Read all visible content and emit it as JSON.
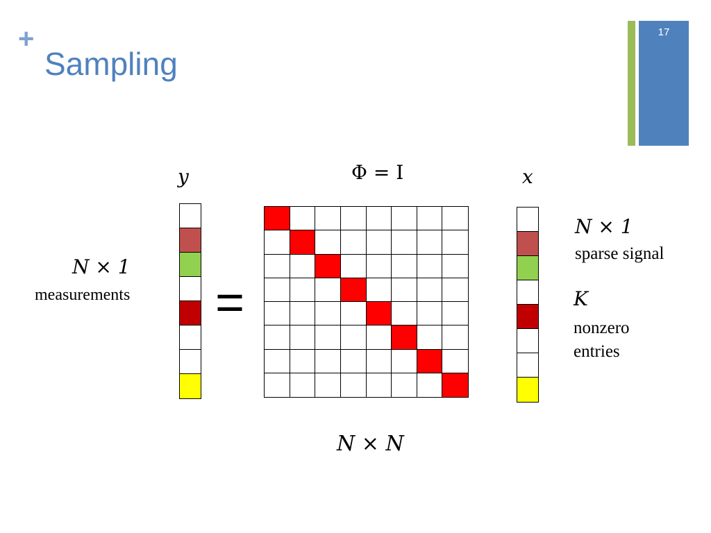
{
  "slide": {
    "bullet": "+",
    "title": "Sampling",
    "page_number": "17"
  },
  "labels": {
    "y": "y",
    "phi_eq": "Φ = I",
    "x": "x",
    "n_by_n": "N × N",
    "y_dims": "N × 1",
    "y_desc": "measurements",
    "x_dims": "N ×  1",
    "x_desc": "sparse signal",
    "k": "K",
    "k_desc_line1": "nonzero",
    "k_desc_line2": "entries",
    "equals": "="
  },
  "colors": {
    "accent_blue": "#4f81bd",
    "accent_green": "#9bbb59",
    "plus": "#7fa2cf",
    "white": "#ffffff",
    "light_red": "#c0504d",
    "green": "#92d050",
    "dark_red": "#c00000",
    "yellow": "#ffff00",
    "matrix_red": "#ff0000"
  },
  "vector_y": [
    "white",
    "light_red",
    "green",
    "white",
    "dark_red",
    "white",
    "white",
    "yellow"
  ],
  "vector_x": [
    "white",
    "light_red",
    "green",
    "white",
    "dark_red",
    "white",
    "white",
    "yellow"
  ],
  "matrix": {
    "size": 8,
    "type": "identity",
    "filled_color": "matrix_red"
  }
}
